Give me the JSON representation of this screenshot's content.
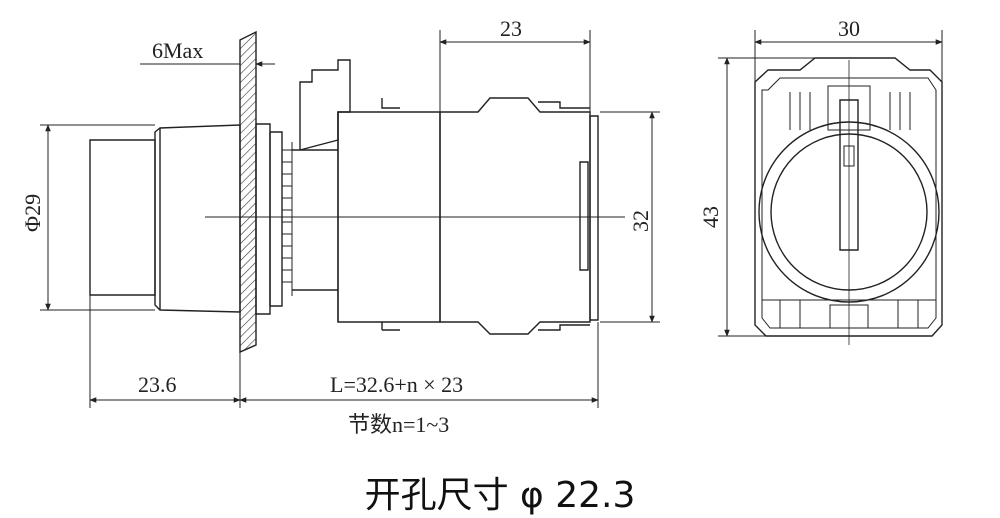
{
  "dimensions": {
    "panel_max": "6Max",
    "diameter": "Φ29",
    "body_width": "23",
    "body_height": "32",
    "front_width": "30",
    "front_height": "43",
    "bezel_depth": "23.6",
    "length_formula": "L=32.6+n × 23",
    "section_count": "节数n=1~3"
  },
  "caption": "开孔尺寸 φ 22.3"
}
